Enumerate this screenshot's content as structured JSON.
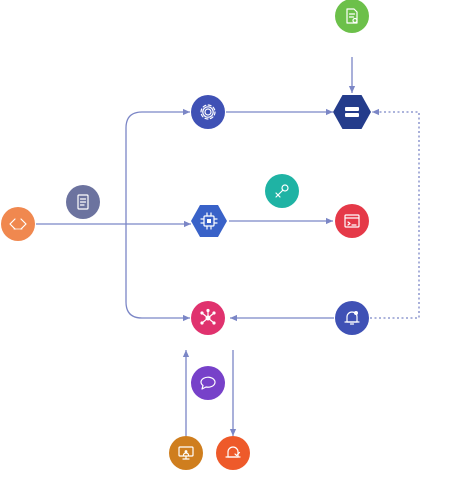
{
  "diagram": {
    "kind": "architecture-flow",
    "labels_shown": false,
    "colors": {
      "edge": "#7b86c6",
      "orange": "#f0884f",
      "slate": "#6c739f",
      "indigo": "#3f51b5",
      "blue": "#3962c8",
      "navy": "#243c8b",
      "green": "#6cc04a",
      "teal": "#1fb3a4",
      "red": "#e53948",
      "pink": "#e0326e",
      "purple": "#7741c9",
      "amber": "#cf7e1e",
      "orange_red": "#ee5a2a"
    },
    "nodes": [
      {
        "id": "source",
        "shape": "circle",
        "color": "#f0884f",
        "icon": "code-brackets-icon"
      },
      {
        "id": "document",
        "shape": "circle",
        "color": "#6c739f",
        "icon": "document-icon"
      },
      {
        "id": "settings",
        "shape": "circle",
        "color": "#3f51b5",
        "icon": "gear-icon"
      },
      {
        "id": "compute",
        "shape": "hexagon",
        "color": "#3962c8",
        "icon": "chip-icon"
      },
      {
        "id": "storage",
        "shape": "hexagon",
        "color": "#243c8b",
        "icon": "database-icon"
      },
      {
        "id": "config-file",
        "shape": "circle",
        "color": "#6cc04a",
        "icon": "file-settings-icon"
      },
      {
        "id": "keys",
        "shape": "circle",
        "color": "#1fb3a4",
        "icon": "key-icon"
      },
      {
        "id": "web-app",
        "shape": "circle",
        "color": "#e53948",
        "icon": "browser-icon"
      },
      {
        "id": "hub",
        "shape": "circle",
        "color": "#e0326e",
        "icon": "network-hub-icon"
      },
      {
        "id": "alerts",
        "shape": "circle",
        "color": "#3f51b5",
        "icon": "bell-icon"
      },
      {
        "id": "chat",
        "shape": "circle",
        "color": "#7741c9",
        "icon": "chat-icon"
      },
      {
        "id": "terminal",
        "shape": "circle",
        "color": "#cf7e1e",
        "icon": "monitor-icon"
      },
      {
        "id": "notify",
        "shape": "circle",
        "color": "#ee5a2a",
        "icon": "bell-alert-icon"
      }
    ],
    "edges": [
      {
        "from": "source",
        "to": "compute",
        "style": "solid"
      },
      {
        "from": "source",
        "to": "settings",
        "style": "solid"
      },
      {
        "from": "source",
        "to": "hub",
        "style": "solid"
      },
      {
        "from": "settings",
        "to": "storage",
        "style": "solid"
      },
      {
        "from": "config-file",
        "to": "storage",
        "style": "solid"
      },
      {
        "from": "compute",
        "to": "web-app",
        "style": "solid"
      },
      {
        "from": "alerts",
        "to": "hub",
        "style": "solid"
      },
      {
        "from": "alerts",
        "to": "storage",
        "style": "dashed"
      },
      {
        "from": "terminal",
        "to": "hub",
        "style": "solid"
      },
      {
        "from": "hub",
        "to": "notify",
        "style": "solid"
      }
    ]
  }
}
